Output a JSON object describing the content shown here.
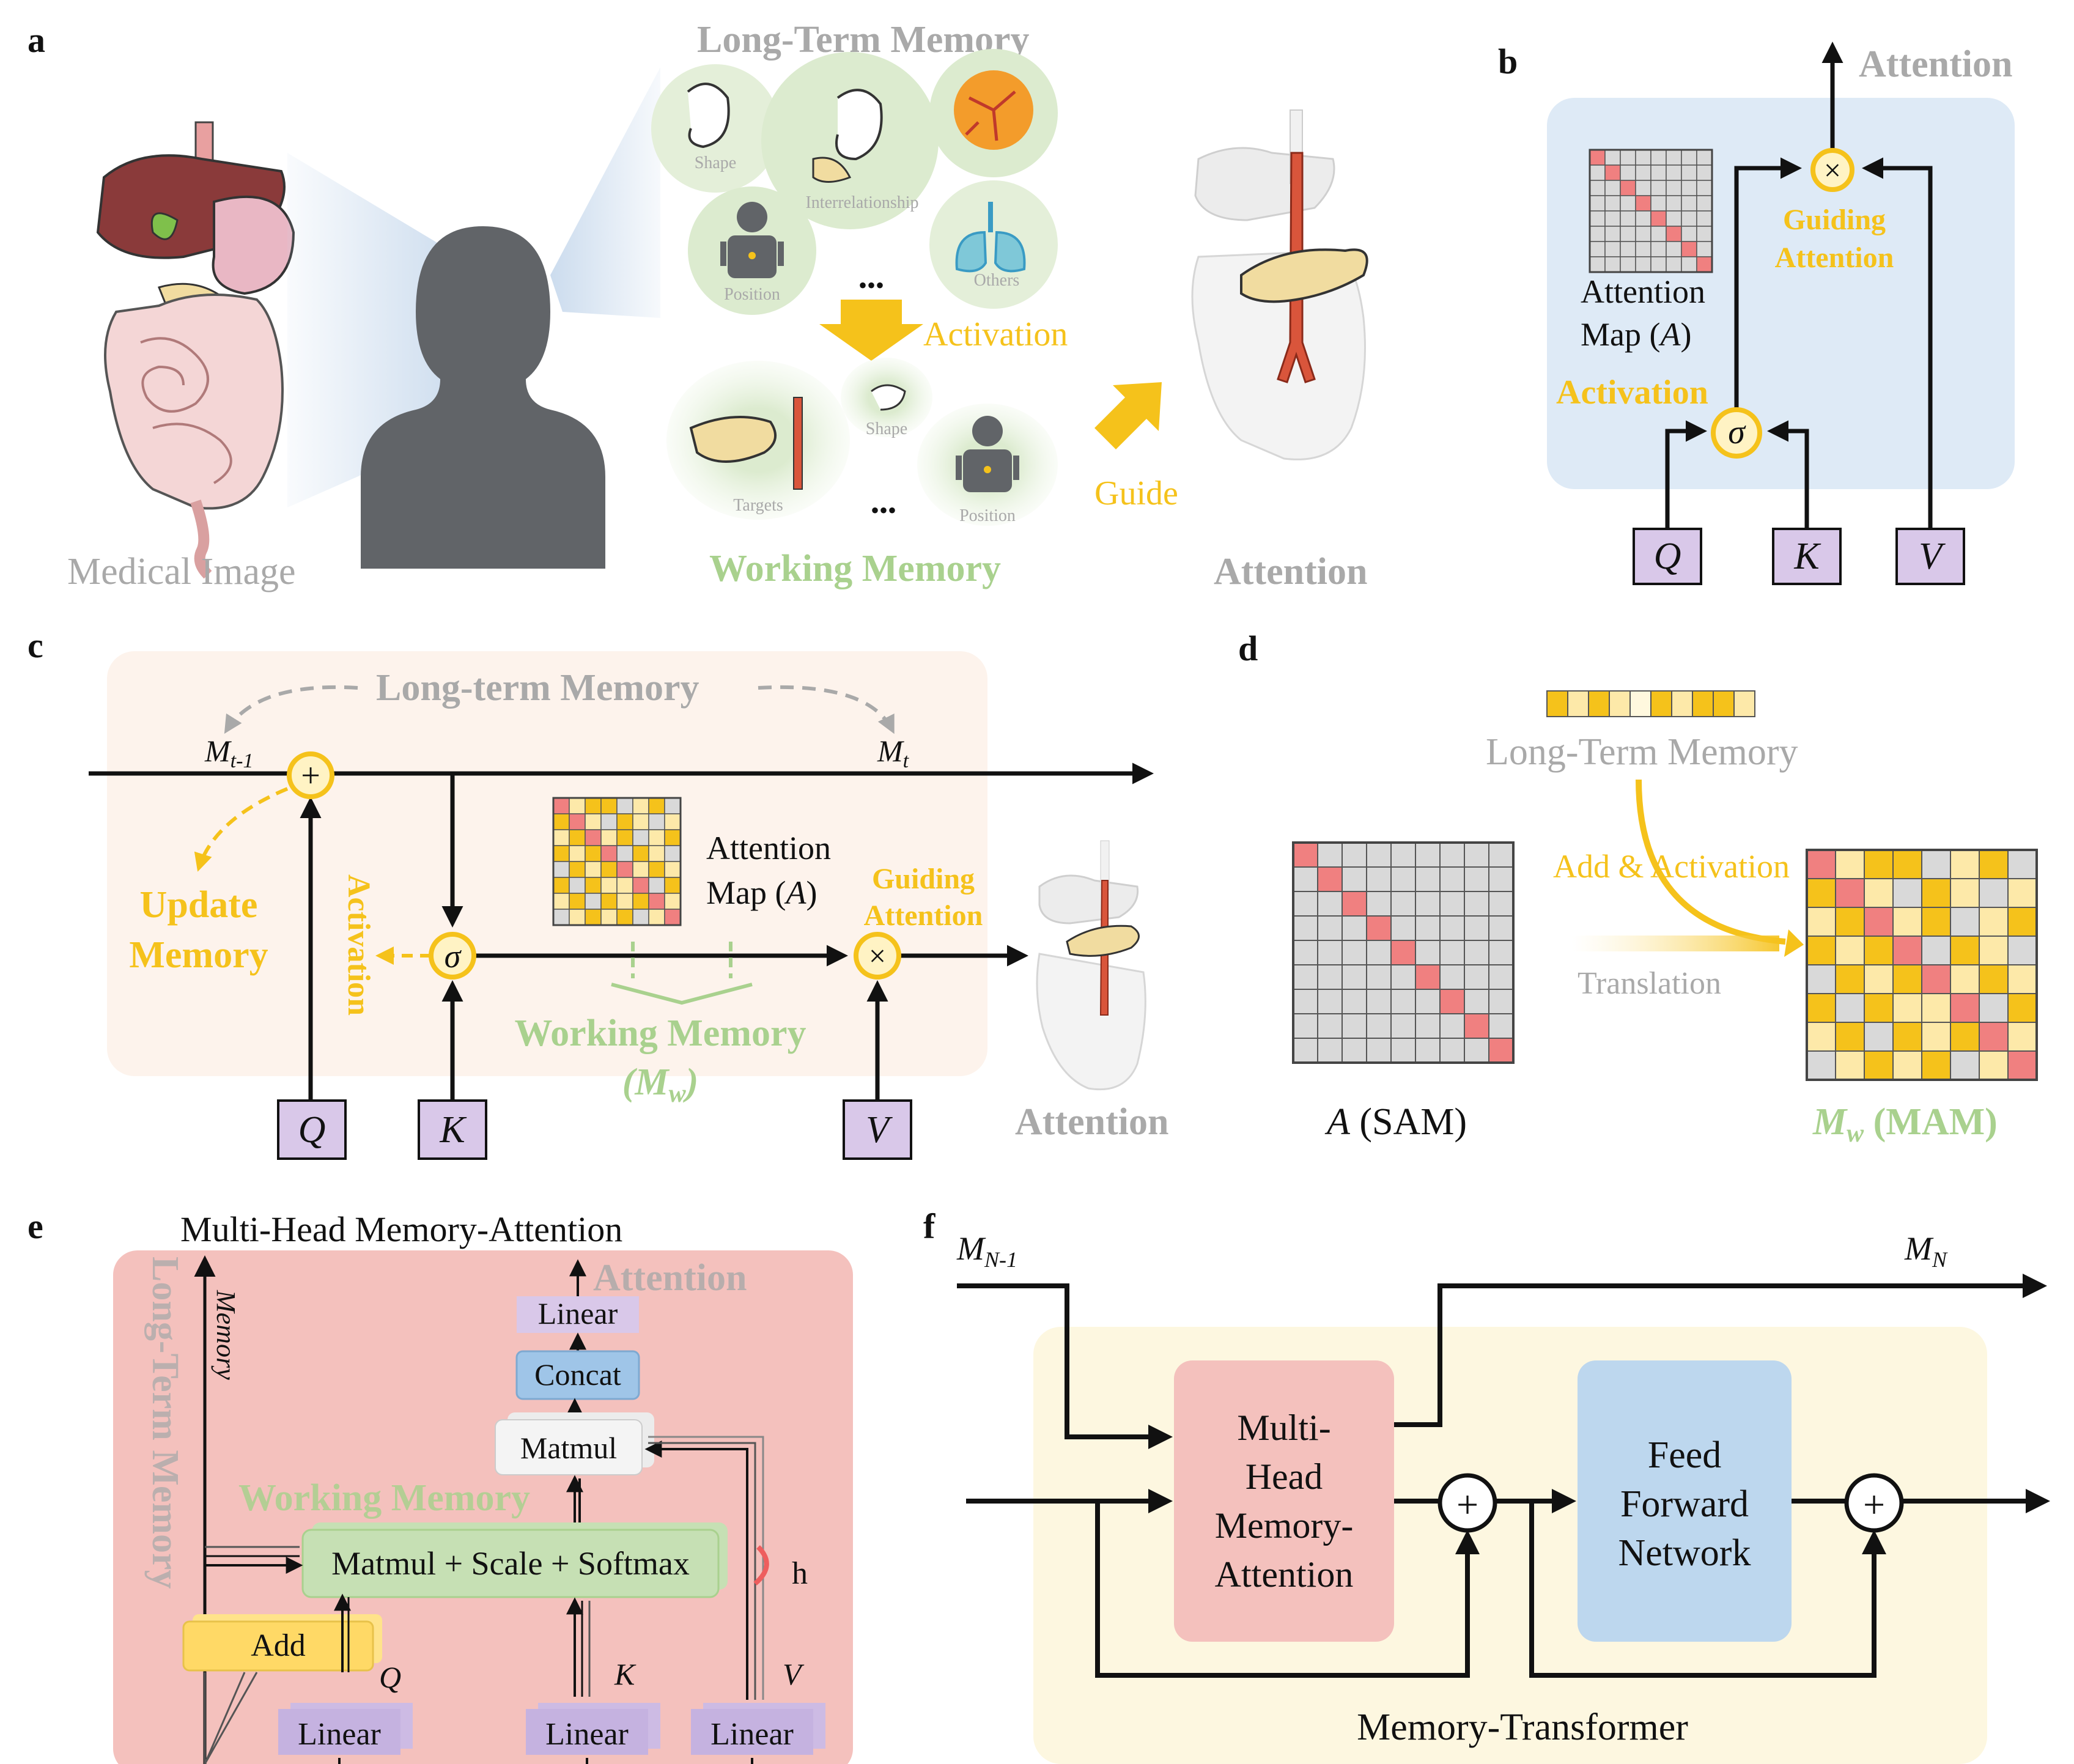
{
  "panels": {
    "a": "a",
    "b": "b",
    "c": "c",
    "d": "d",
    "e": "e",
    "f": "f"
  },
  "a": {
    "long_term_memory": "Long-Term Memory",
    "shape": "Shape",
    "interrelationship": "Interrelationship",
    "position": "Position",
    "others": "Others",
    "dots": "•••",
    "activation": "Activation",
    "targets": "Targets",
    "shape2": "Shape",
    "position2": "Position",
    "dots2": "•••",
    "guide": "Guide",
    "medical_image": "Medical Image",
    "working_memory": "Working Memory",
    "attention": "Attention"
  },
  "b": {
    "attention": "Attention",
    "guiding": "Guiding",
    "attention2": "Attention",
    "map_line1": "Attention",
    "map_line2": "Map (",
    "map_sym": "A",
    "map_close": ")",
    "activation": "Activation",
    "times": "×",
    "sigma": "σ",
    "q": "Q",
    "k": "K",
    "v": "V"
  },
  "c": {
    "long_term_memory": "Long-term Memory",
    "m_prev": "M",
    "m_prev_sub": "t-1",
    "m_t": "M",
    "m_t_sub": "t",
    "plus": "+",
    "sigma": "σ",
    "times": "×",
    "update": "Update",
    "memory": "Memory",
    "activation": "Activation",
    "map_line1": "Attention",
    "map_line2": "Map (",
    "map_sym": "A",
    "map_close": ")",
    "guiding": "Guiding",
    "attention_y": "Attention",
    "working_memory": "Working Memory",
    "mw_open": "(",
    "mw": "M",
    "mw_sub": "w",
    "mw_close": ")",
    "attention": "Attention",
    "q": "Q",
    "k": "K",
    "v": "V"
  },
  "d": {
    "long_term_memory": "Long-Term  Memory",
    "add_activation": "Add & Activation",
    "translation": "Translation",
    "a_sym": "A",
    "a_label": " (SAM)",
    "mw": "M",
    "mw_sub": "w",
    "mw_label": " (MAM)"
  },
  "e": {
    "title": "Multi-Head Memory-Attention",
    "memory": "Memory",
    "long_term_memory": "Long-Term Memory",
    "attention": "Attention",
    "linear_top": "Linear",
    "concat": "Concat",
    "matmul": "Matmul",
    "working_memory": "Working Memory",
    "mss": "Matmul + Scale + Softmax",
    "h": "h",
    "add": "Add",
    "q": "Q",
    "k": "K",
    "v": "V",
    "linear_q": "Linear",
    "linear_k": "Linear",
    "linear_v": "Linear"
  },
  "f": {
    "m_in": "M",
    "m_in_sub": "N-1",
    "m_out": "M",
    "m_out_sub": "N",
    "mhma_1": "Multi-",
    "mhma_2": "Head",
    "mhma_3": "Memory-",
    "mhma_4": "Attention",
    "ffn_1": "Feed",
    "ffn_2": "Forward",
    "ffn_3": "Network",
    "plus": "+",
    "caption": "Memory-Transformer"
  },
  "colors": {
    "yellow": "#f5c21b",
    "gray_text": "#a9a9a9",
    "green_text": "#a9d18e",
    "blue_panel": "#deeaf6",
    "peach_panel": "#fdf3ec",
    "pink_panel": "#f4c1bd",
    "cream_panel": "#fdf7e0",
    "lavender_box": "#d9c8e9",
    "red_cell": "#f08080",
    "light_yellow_cell": "#fde9a9"
  }
}
